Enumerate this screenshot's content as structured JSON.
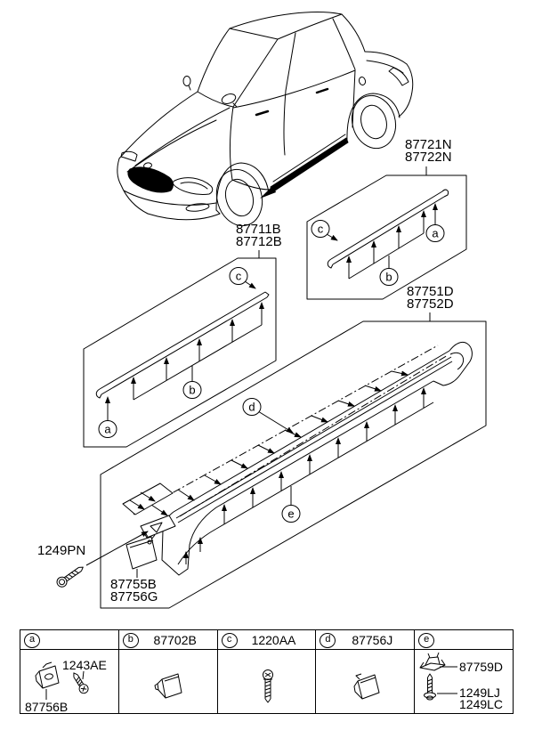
{
  "diagram": {
    "labels": {
      "front_door_top": "87711B",
      "front_door_bottom": "87712B",
      "rear_door_top": "87721N",
      "rear_door_bottom": "87722N",
      "side_sill_top": "87751D",
      "side_sill_bottom": "87752D",
      "end_cap_top": "87755B",
      "end_cap_bottom": "87756G",
      "front_screw": "1249PN"
    },
    "callouts": {
      "a": "a",
      "b": "b",
      "c": "c",
      "d": "d",
      "e": "e"
    }
  },
  "legend": {
    "col_a": {
      "letter": "a",
      "screw_code": "1243AE",
      "clip_code": "87756B"
    },
    "col_b": {
      "letter": "b",
      "header": "87702B"
    },
    "col_c": {
      "letter": "c",
      "header": "1220AA"
    },
    "col_d": {
      "letter": "d",
      "header": "87756J"
    },
    "col_e": {
      "letter": "e",
      "clip_code": "87759D",
      "screw_code_top": "1249LJ",
      "screw_code_bottom": "1249LC"
    }
  }
}
